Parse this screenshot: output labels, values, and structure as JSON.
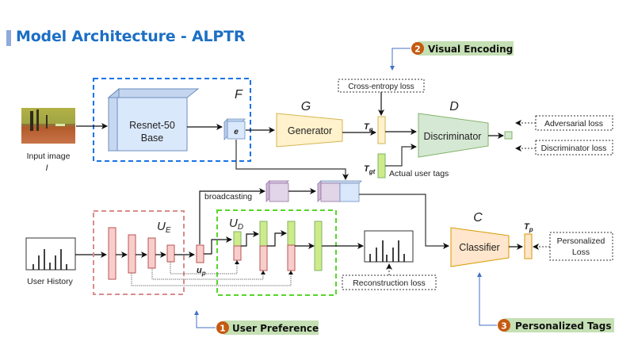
{
  "header": {
    "title": "Model Architecture - ALPTR"
  },
  "colors": {
    "title_blue": "#1c6fc4",
    "callout_bg": "#c5e0b4",
    "callout_badge": "#c55a11",
    "blue_dashed": "#1a73e8",
    "red_dashed": "#d98c8c",
    "green_dashed": "#55d62a",
    "resnet_fill": "#dae8fc",
    "generator_fill": "#fff2cc",
    "discriminator_fill": "#d5e8d4",
    "classifier_fill": "#ffe6cc",
    "encoder_fill": "#f8cecc",
    "decoder_fill": "#cdeb8b",
    "broadcast_fill": "#e1d5e7"
  },
  "input": {
    "image_label": "Input image",
    "image_symbol": "I",
    "history_label": "User History"
  },
  "modules": {
    "F_label": "F",
    "resnet_line1": "Resnet-50",
    "resnet_line2": "Base",
    "embedding_label": "e",
    "G_label": "G",
    "generator": "Generator",
    "D_label": "D",
    "discriminator": "Discriminator",
    "C_label": "C",
    "classifier": "Classifier",
    "UE_main": "U",
    "UE_sub": "E",
    "UD_main": "U",
    "UD_sub": "D",
    "up_main": "u",
    "up_sub": "p"
  },
  "tensors": {
    "Tg_main": "T",
    "Tg_sub": "g",
    "Tgt_main": "T",
    "Tgt_sub": "gt",
    "Tp_main": "T",
    "Tp_sub": "p",
    "actual_tags": "Actual user tags",
    "broadcasting": "broadcasting"
  },
  "losses": {
    "cross_entropy": "Cross-entropy loss",
    "adversarial": "Adversarial loss",
    "discriminator": "Discriminator loss",
    "reconstruction": "Reconstruction loss",
    "personalized_line1": "Personalized",
    "personalized_line2": "Loss"
  },
  "callouts": [
    {
      "number": "1",
      "label": "User Preference"
    },
    {
      "number": "2",
      "label": "Visual Encoding"
    },
    {
      "number": "3",
      "label": "Personalized Tags"
    }
  ]
}
